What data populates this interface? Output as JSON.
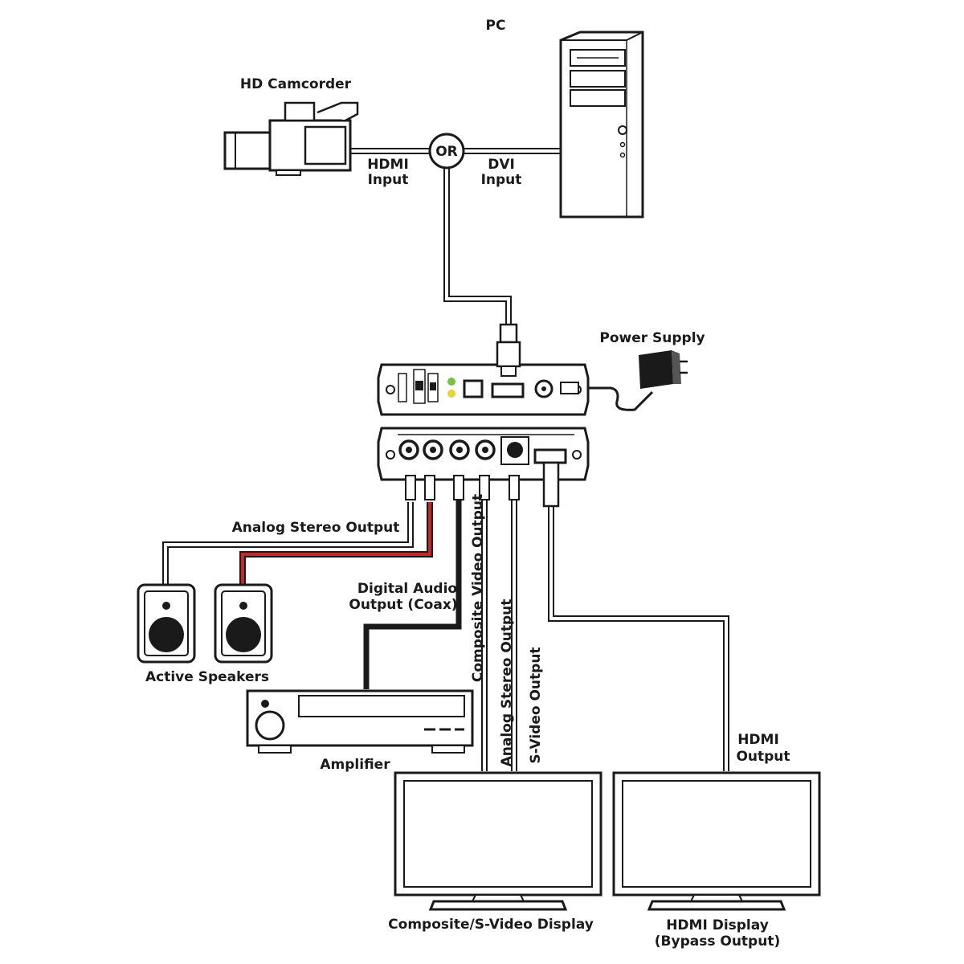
{
  "labels": {
    "pc": "PC",
    "hd_camcorder": "HD Camcorder",
    "or": "OR",
    "hdmi_input_1": "HDMI",
    "hdmi_input_2": "Input",
    "dvi_input_1": "DVI",
    "dvi_input_2": "Input",
    "power_supply": "Power Supply",
    "analog_stereo_output": "Analog Stereo Output",
    "digital_audio_1": "Digital Audio",
    "digital_audio_2": "Output (Coax)",
    "composite_video_output": "Composite Video Output",
    "analog_stereo_output_v": "Analog Stereo Output",
    "s_video_output": "S-Video Output",
    "active_speakers": "Active Speakers",
    "amplifier": "Amplifier",
    "hdmi_output_1": "HDMI",
    "hdmi_output_2": "Output",
    "composite_display": "Composite/S-Video Display",
    "hdmi_display_1": "HDMI Display",
    "hdmi_display_2": "(Bypass Output)"
  },
  "colors": {
    "line": "#1a1a1a",
    "cable_fill": "#ffffff",
    "red_cable": "#c0282c",
    "led_green": "#7ac043",
    "led_yellow": "#e8d23a"
  }
}
